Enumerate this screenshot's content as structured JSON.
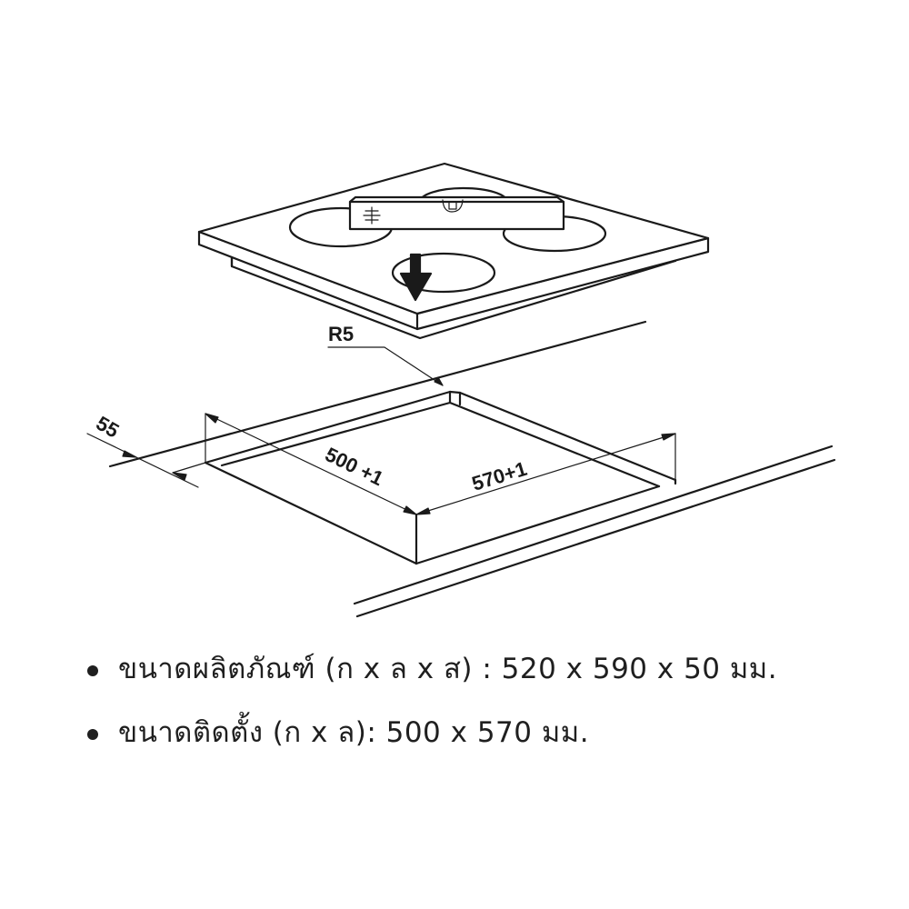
{
  "diagram": {
    "title": "Built-in hob installation cutout diagram",
    "labels": {
      "corner_radius": "R5",
      "depth_clearance": "55",
      "cutout_depth": "500 +1",
      "cutout_width": "570+1"
    },
    "icons": {
      "insert_arrow": "arrow-down-icon",
      "control_knob": "knob-icon"
    },
    "colors": {
      "line": "#1a1a1a",
      "background": "#ffffff"
    }
  },
  "specs": {
    "items": [
      {
        "label": "ขนาดผลิตภัณฑ์ (ก x ล x ส) : 520 x 590 x 50 มม."
      },
      {
        "label": "ขนาดติดตั้ง (ก x ล): 500 x 570 มม."
      }
    ]
  }
}
